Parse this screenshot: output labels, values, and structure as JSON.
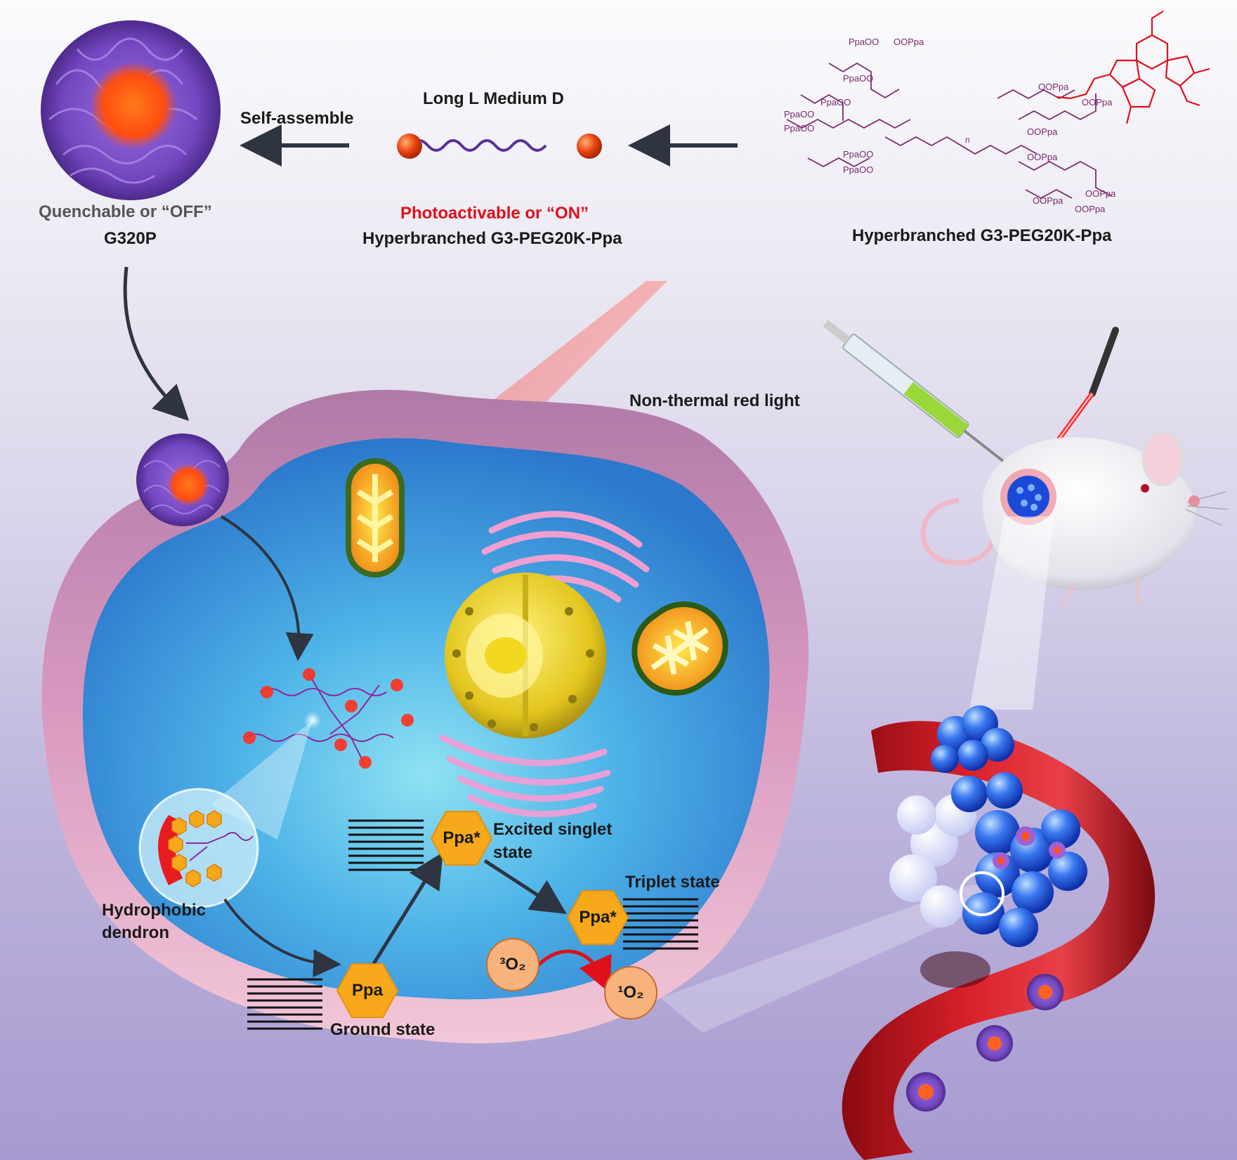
{
  "labels": {
    "quenchable": "Quenchable or “OFF”",
    "g320p": "G320P",
    "self_assemble": "Self-assemble",
    "long_l_medium_d": "Long L Medium D",
    "photoactivable": "Photoactivable or “ON”",
    "hyperbranched_center": "Hyperbranched G3-PEG20K-Ppa",
    "hyperbranched_right": "Hyperbranched G3-PEG20K-Ppa",
    "non_thermal": "Non-thermal red light",
    "hydrophobic": "Hydrophobic",
    "dendron": "dendron",
    "ground_state": "Ground state",
    "excited_singlet": "Excited singlet",
    "excited_state": "state",
    "triplet_state": "Triplet state",
    "ppa": "Ppa",
    "ppa_star1": "Ppa*",
    "ppa_star2": "Ppa*",
    "o2_triplet": "³O₂",
    "o2_singlet": "¹O₂"
  },
  "structure": {
    "ppaoo": "PpaOO",
    "ooppa": "OOPpa",
    "o": "O",
    "n": "n"
  },
  "colors": {
    "ppa_red": "#e0101a",
    "structure_purple": "#7a2a6a",
    "hexagon_orange": "#f7a81b",
    "oxygen_fill": "#f8b27c",
    "vessel_red": "#c4121a",
    "cell_blue": "#3d9be0",
    "membrane_pink": "#d89ab8",
    "micelle_purple": "#7b4fc8"
  }
}
